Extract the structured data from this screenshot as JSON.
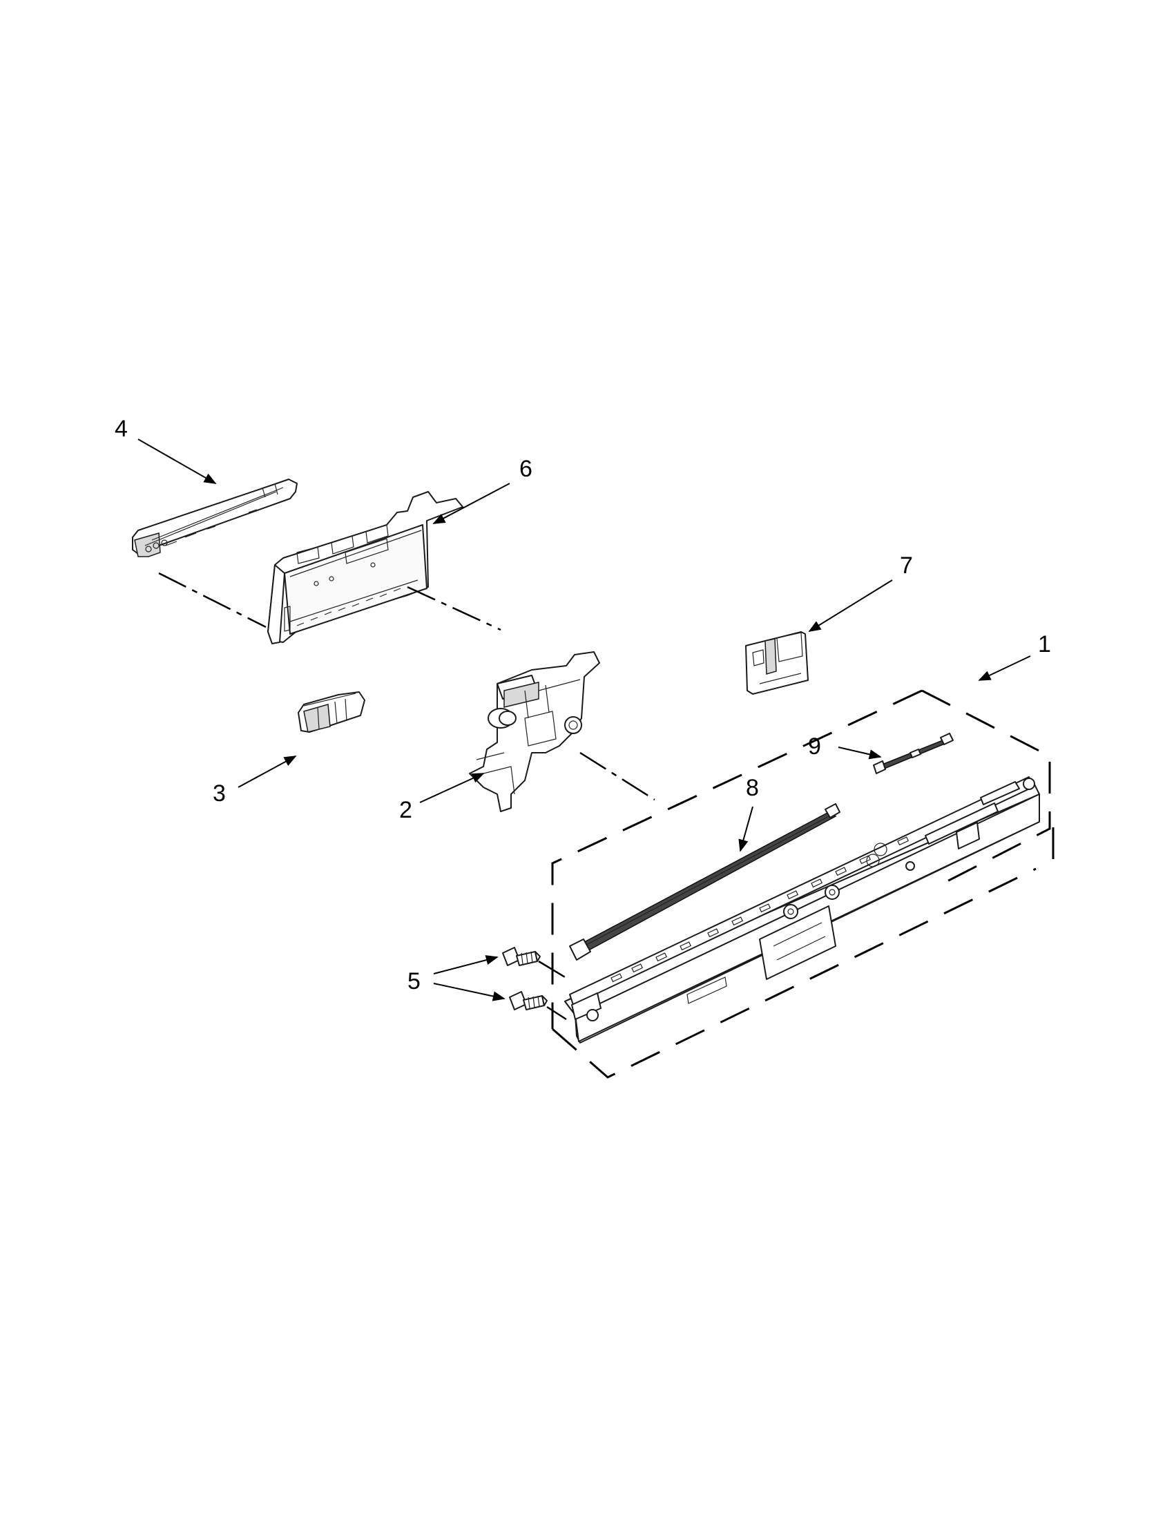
{
  "diagram": {
    "callouts": [
      {
        "id": "1",
        "label": "1"
      },
      {
        "id": "2",
        "label": "2"
      },
      {
        "id": "3",
        "label": "3"
      },
      {
        "id": "4",
        "label": "4"
      },
      {
        "id": "5",
        "label": "5"
      },
      {
        "id": "6",
        "label": "6"
      },
      {
        "id": "7",
        "label": "7"
      },
      {
        "id": "8",
        "label": "8"
      },
      {
        "id": "9",
        "label": "9"
      }
    ],
    "colors": {
      "line": "#000000",
      "background": "#ffffff",
      "shade": "#d9d9d9"
    }
  }
}
